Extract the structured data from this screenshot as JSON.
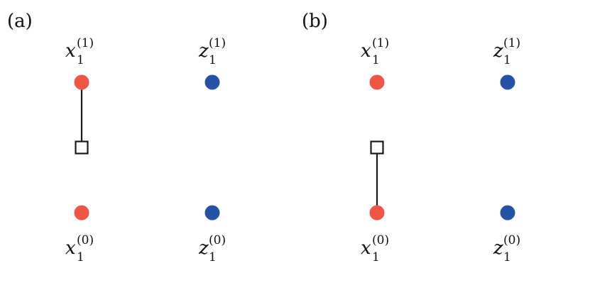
{
  "colors": {
    "x_node": "#ef5545",
    "z_node": "#2453a6",
    "edge": "#1a1a1a",
    "factor_fill": "#ffffff",
    "factor_stroke": "#1a1a1a"
  },
  "panels": [
    {
      "label": "(a)",
      "nodes": {
        "x_top": {
          "letter": "x",
          "sub": "1",
          "sup": "(1)"
        },
        "z_top": {
          "letter": "z",
          "sub": "1",
          "sup": "(1)"
        },
        "x_bottom": {
          "letter": "x",
          "sub": "1",
          "sup": "(0)"
        },
        "z_bottom": {
          "letter": "z",
          "sub": "1",
          "sup": "(0)"
        }
      },
      "factor_connects_to": "x_top"
    },
    {
      "label": "(b)",
      "nodes": {
        "x_top": {
          "letter": "x",
          "sub": "1",
          "sup": "(1)"
        },
        "z_top": {
          "letter": "z",
          "sub": "1",
          "sup": "(1)"
        },
        "x_bottom": {
          "letter": "x",
          "sub": "1",
          "sup": "(0)"
        },
        "z_bottom": {
          "letter": "z",
          "sub": "1",
          "sup": "(0)"
        }
      },
      "factor_connects_to": "x_bottom"
    }
  ]
}
